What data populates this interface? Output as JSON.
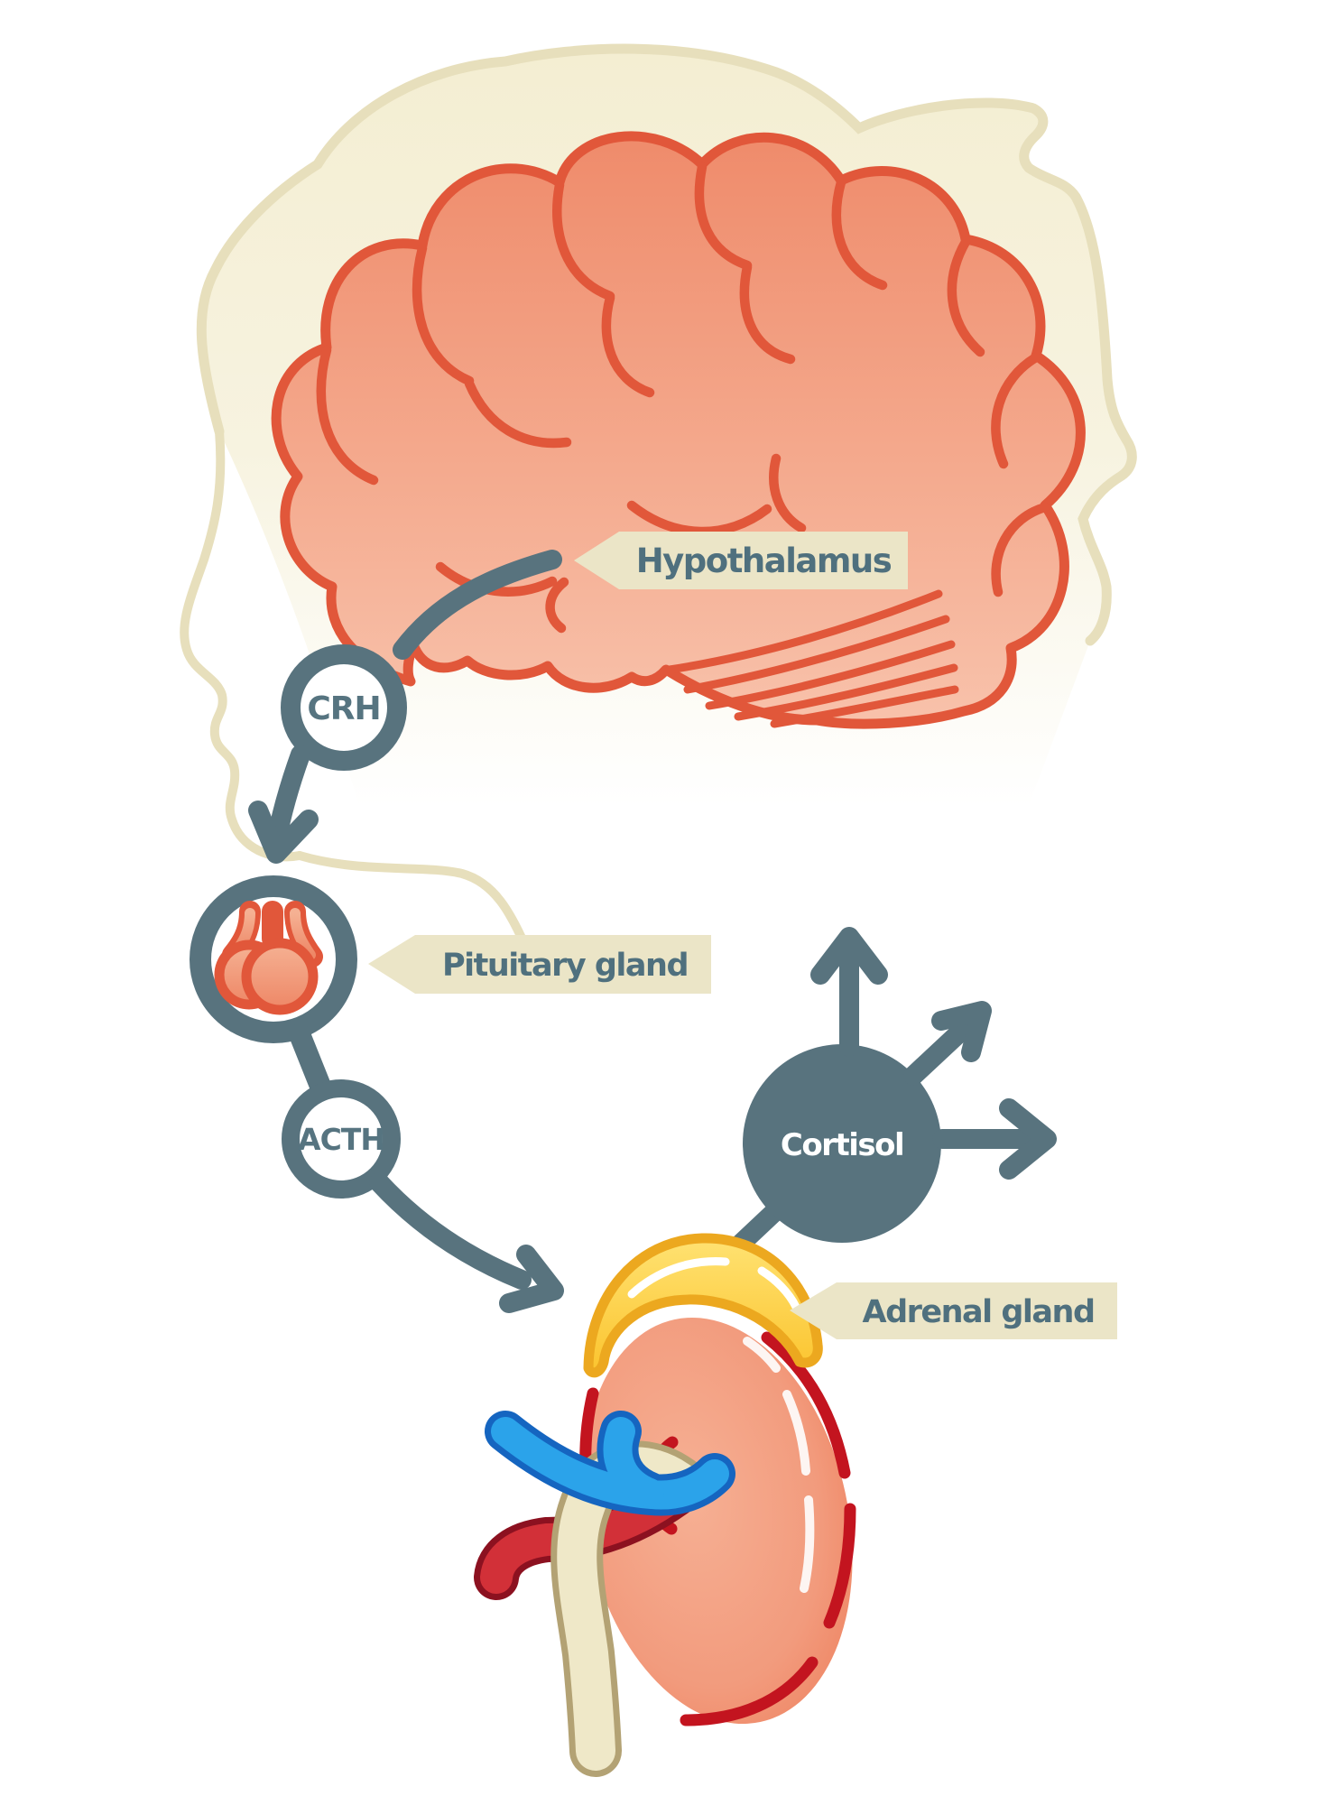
{
  "labels": {
    "hypothalamus": "Hypothalamus",
    "crh": "CRH",
    "pituitary": "Pituitary gland",
    "acth": "ACTH",
    "cortisol": "Cortisol",
    "adrenal": "Adrenal gland"
  },
  "icons": {
    "brain": "brain-icon",
    "pituitary_gland": "pituitary-gland-icon",
    "kidney": "kidney-icon",
    "adrenal_cap": "adrenal-gland-icon",
    "arrows": "flow-arrow-icon"
  },
  "colors": {
    "slate": "#58737e",
    "banner_bg": "#ebe5c7",
    "banner_text": "#4f707e",
    "brain_outline": "#e1573a",
    "brain_fill_top": "#ef8b6b",
    "brain_fill_bottom": "#f8c2ab",
    "head_fill": "#f4eed2",
    "head_outline": "#e7dfbc",
    "kidney_fill": "#f29b7d",
    "kidney_outline": "#c3141f",
    "adrenal_fill": "#fcd24a",
    "adrenal_outline": "#eca81f",
    "vein_fill": "#2ba3ea",
    "vein_outline": "#1565c0",
    "artery_fill": "#d23038",
    "artery_outline": "#8c1120",
    "ureter_fill": "#efe8c8",
    "ureter_outline": "#b3a274",
    "cortisol_text": "#ffffff"
  }
}
